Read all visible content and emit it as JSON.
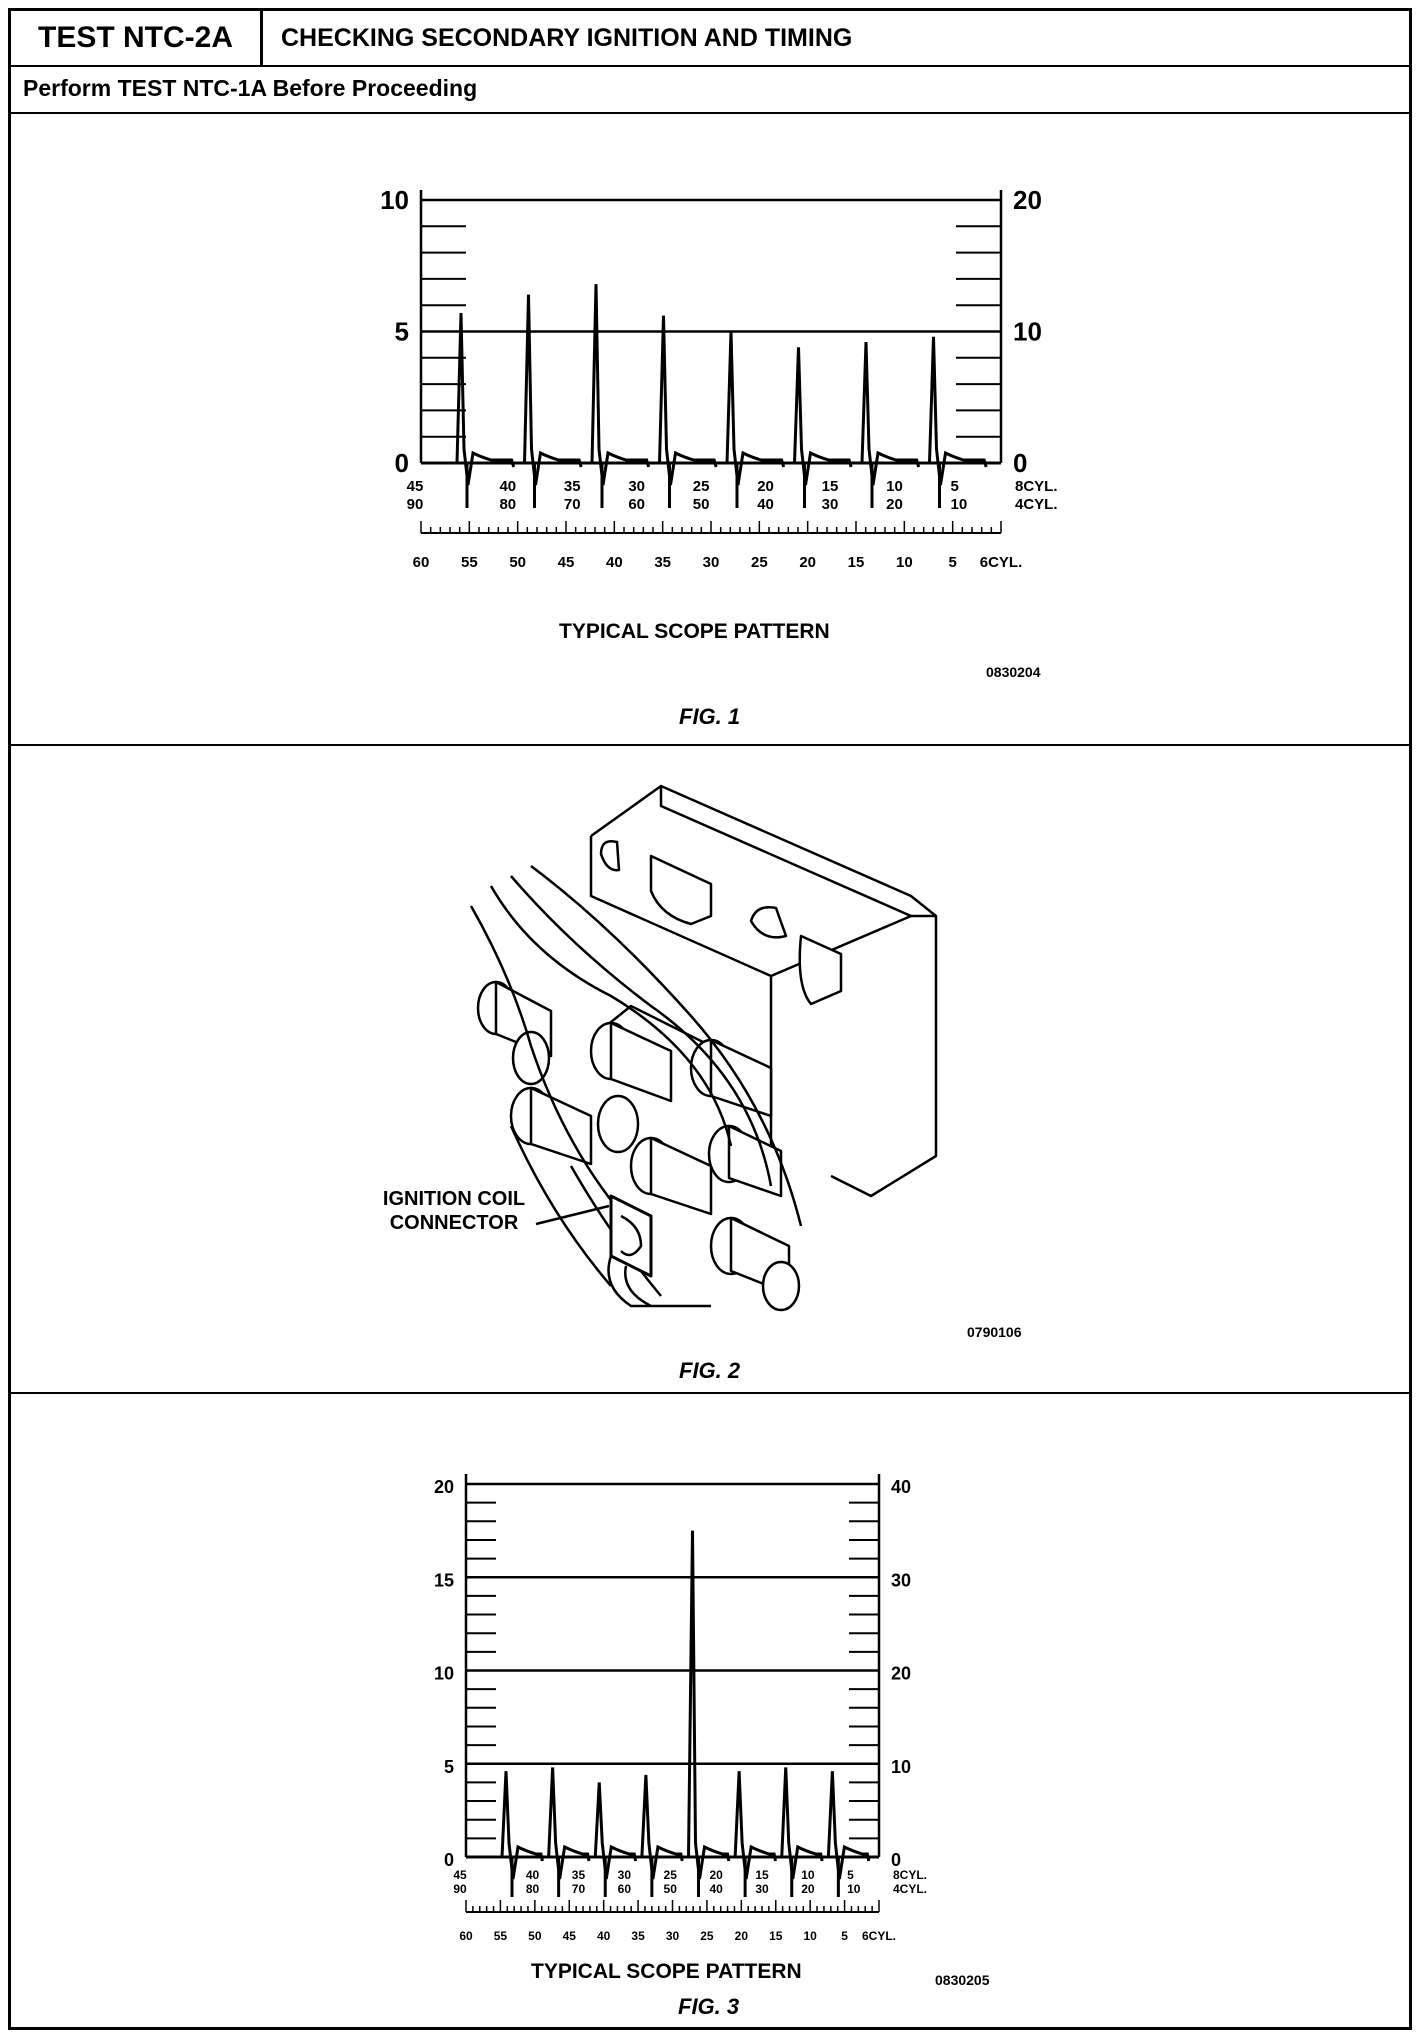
{
  "header": {
    "test_id": "TEST NTC-2A",
    "title": "CHECKING SECONDARY IGNITION AND TIMING",
    "subtitle": "Perform TEST NTC-1A Before Proceeding"
  },
  "fig1": {
    "y_left_ticks": [
      "10",
      "5",
      "0"
    ],
    "y_right_ticks": [
      "20",
      "10",
      "0"
    ],
    "row_8cyl": [
      "45",
      "40",
      "35",
      "30",
      "25",
      "20",
      "15",
      "10",
      "5",
      "8CYL."
    ],
    "row_4cyl": [
      "90",
      "80",
      "70",
      "60",
      "50",
      "40",
      "30",
      "20",
      "10",
      "4CYL."
    ],
    "row_6cyl": [
      "60",
      "55",
      "50",
      "45",
      "40",
      "35",
      "30",
      "25",
      "20",
      "15",
      "10",
      "5",
      "6CYL."
    ],
    "caption": "TYPICAL SCOPE PATTERN",
    "code": "0830204",
    "label": "FIG. 1",
    "spikes": [
      5.7,
      6.4,
      6.8,
      5.6,
      5.0,
      4.4,
      4.6,
      4.8
    ]
  },
  "fig2": {
    "callout": "IGNITION COIL CONNECTOR",
    "code": "0790106",
    "label": "FIG. 2"
  },
  "fig3": {
    "y_left_ticks": [
      "20",
      "15",
      "10",
      "5",
      "0"
    ],
    "y_right_ticks": [
      "40",
      "30",
      "20",
      "10",
      "0"
    ],
    "row_8cyl": [
      "45",
      "40",
      "35",
      "30",
      "25",
      "20",
      "15",
      "10",
      "5",
      "8CYL."
    ],
    "row_4cyl": [
      "90",
      "80",
      "70",
      "60",
      "50",
      "40",
      "30",
      "20",
      "10",
      "4CYL."
    ],
    "row_6cyl": [
      "60",
      "55",
      "50",
      "45",
      "40",
      "35",
      "30",
      "25",
      "20",
      "15",
      "10",
      "5",
      "6CYL."
    ],
    "caption": "TYPICAL SCOPE PATTERN",
    "code": "0830205",
    "label": "FIG. 3",
    "spikes": [
      4.6,
      4.8,
      4.0,
      4.4,
      17.5,
      4.6,
      4.8,
      4.6
    ]
  }
}
